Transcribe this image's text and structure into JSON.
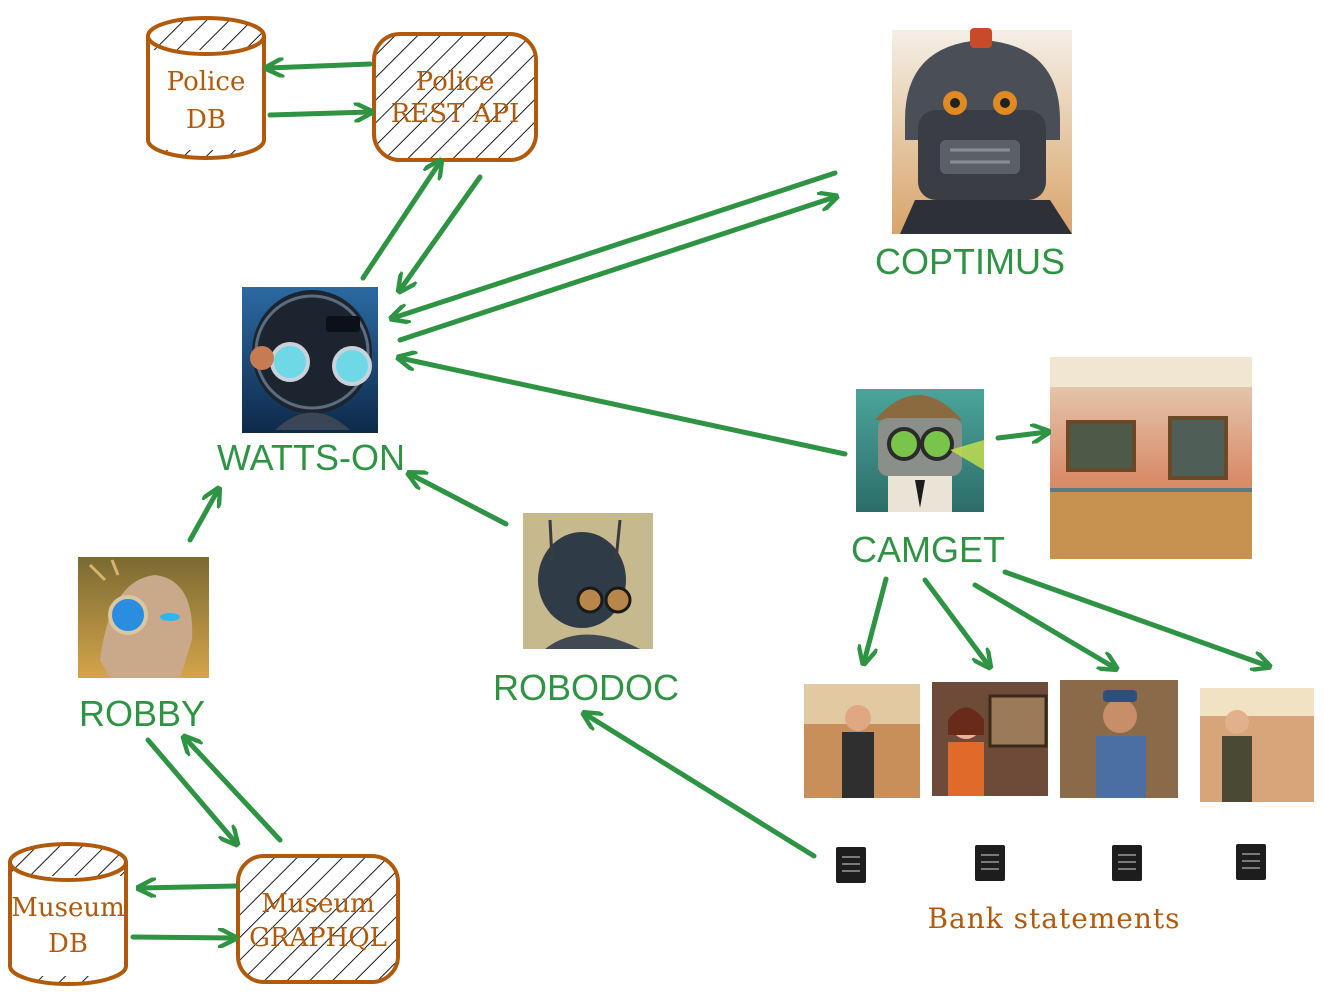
{
  "agents": {
    "coptimus": "COPTIMUS",
    "watts_on": "WATTS-ON",
    "camget": "CAMGET",
    "robby": "ROBBY",
    "robodoc": "ROBODOC"
  },
  "stores": {
    "police_db": [
      "Police",
      "DB"
    ],
    "police_api": [
      "Police",
      "REST API"
    ],
    "museum_db": [
      "Museum",
      "DB"
    ],
    "museum_api": [
      "Museum",
      "GRAPHQL"
    ]
  },
  "caption": "Bank statements",
  "colors": {
    "arrow": "#2e9443",
    "outline": "#b25a0c",
    "agent_text": "#2e9443"
  }
}
